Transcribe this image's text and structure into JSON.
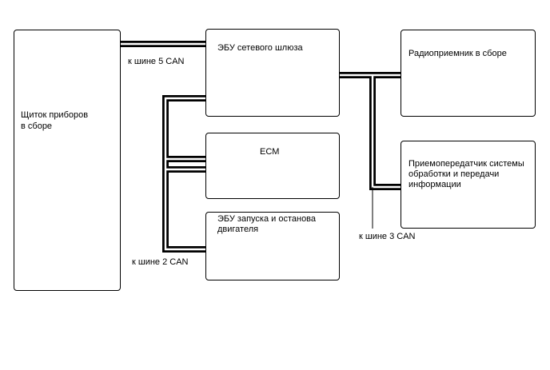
{
  "nodes": {
    "instrument_cluster": {
      "line1": "Щиток приборов",
      "line2": "в сборе"
    },
    "gateway_ecu": {
      "label": "ЭБУ сетевого шлюза"
    },
    "radio": {
      "label": "Радиоприемник в сборе"
    },
    "telematics": {
      "line1": "Приемопередатчик системы",
      "line2": "обработки и передачи",
      "line3": "информации"
    },
    "ecm": {
      "label": "ECM"
    },
    "stop_start_ecu": {
      "line1": "ЭБУ запуска и останова",
      "line2": "двигателя"
    }
  },
  "bus_labels": {
    "can5": "к шине 5 CAN",
    "can2": "к шине 2 CAN",
    "can3": "к шине 3 CAN"
  }
}
